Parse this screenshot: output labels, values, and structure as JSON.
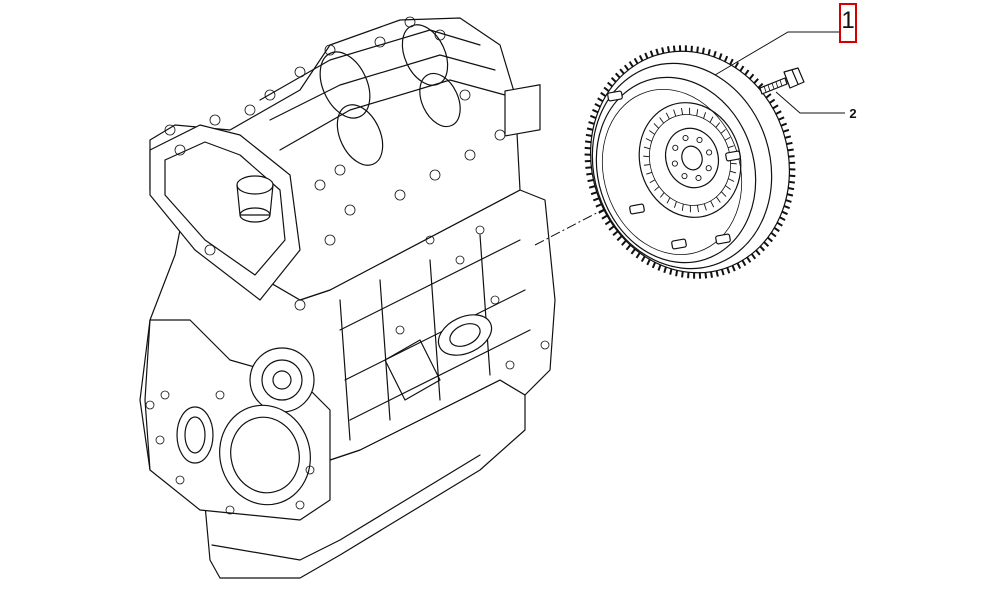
{
  "callouts": [
    {
      "id": "1",
      "label": "1",
      "highlight_color": "#d40000"
    },
    {
      "id": "2",
      "label": "2"
    }
  ],
  "colors": {
    "line": "#111111",
    "background": "#ffffff",
    "highlight": "#d40000"
  }
}
